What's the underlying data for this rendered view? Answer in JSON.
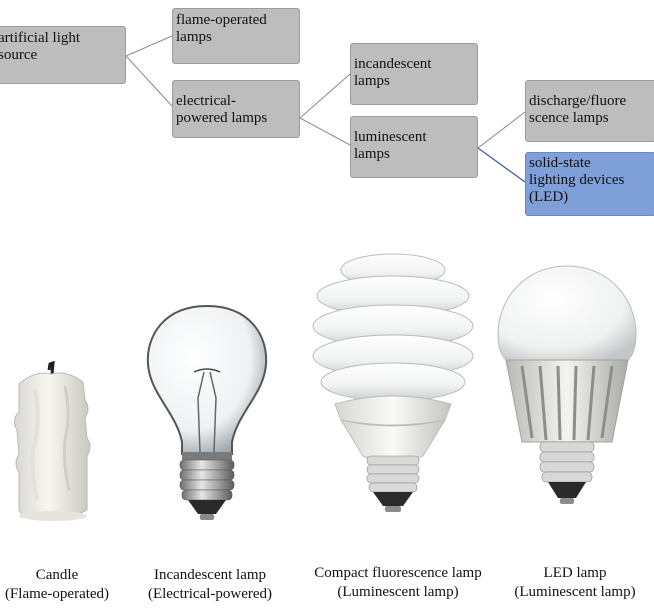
{
  "tree": {
    "root": {
      "lines": [
        "artificial light",
        "source"
      ]
    },
    "flame": {
      "lines": [
        "flame-operated",
        "lamps"
      ]
    },
    "electrical": {
      "lines": [
        "electrical-",
        "powered lamps"
      ]
    },
    "incandescent": {
      "lines": [
        "incandescent",
        "lamps"
      ]
    },
    "luminescent": {
      "lines": [
        "luminescent",
        "lamps"
      ]
    },
    "discharge": {
      "lines": [
        "discharge/fluore",
        "scence lamps"
      ]
    },
    "solid_state": {
      "lines": [
        "solid-state",
        "lighting devices",
        "(LED)"
      ]
    }
  },
  "colors": {
    "node_fill": "#bdbdbd",
    "highlight_fill": "#7f9fd9",
    "connector": "#8a8a8a",
    "highlight_connector": "#3f5fa8"
  },
  "captions": [
    {
      "lines": [
        "Candle",
        "(Flame-operated)"
      ]
    },
    {
      "lines": [
        "Incandescent lamp",
        "(Electrical-powered)"
      ]
    },
    {
      "lines": [
        "Compact fluorescence lamp",
        "(Luminescent lamp)"
      ]
    },
    {
      "lines": [
        "LED lamp",
        "(Luminescent lamp)"
      ]
    }
  ]
}
